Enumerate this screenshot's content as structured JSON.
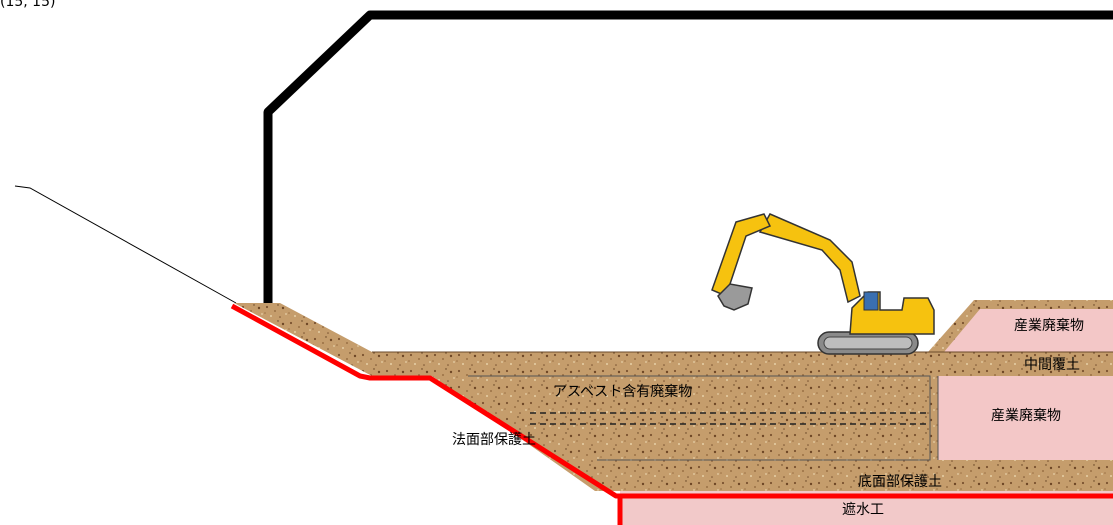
{
  "corner_text": "(15, 15)",
  "labels": {
    "asbestos_waste": "アスベスト含有廃棄物",
    "slope_protection_soil": "法面部保護土",
    "industrial_waste_upper": "産業廃棄物",
    "intermediate_cover": "中間覆土",
    "industrial_waste_lower": "産業廃棄物",
    "bottom_protection_soil": "底面部保護土",
    "impermeable_layer": "遮水工"
  },
  "colors": {
    "soil": "#c29a68",
    "waste_pink": "#f4c8c8",
    "asbestos": "#e8ebef",
    "liner_red": "#ff0000",
    "shelter_outline": "#000000",
    "excavator_yellow": "#f6c20f"
  },
  "icons": {
    "excavator": "excavator-icon"
  }
}
